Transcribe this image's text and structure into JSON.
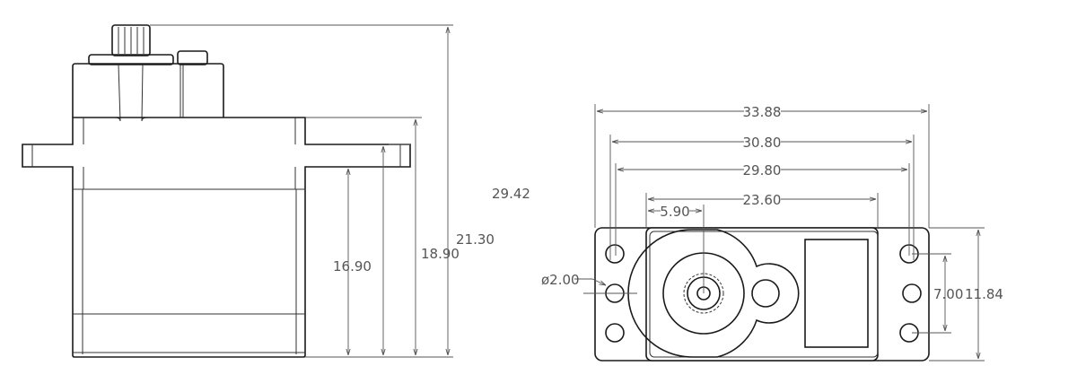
{
  "title": "Servo dimension drawing",
  "side_view": {
    "dimensions": {
      "total_height": "29.42",
      "body_height": "21.30",
      "ear_top_height": "18.90",
      "ear_bottom_height": "16.90"
    }
  },
  "top_view": {
    "dimensions": {
      "overall_length": "33.88",
      "outer_hole_span": "30.80",
      "hole_span": "29.80",
      "body_length": "23.60",
      "shaft_offset": "5.90",
      "hole_diameter": "ø2.00",
      "hole_vertical_span": "7.00",
      "overall_width": "11.84"
    }
  },
  "colors": {
    "line": "#1a1a1a",
    "dimension": "#555555"
  }
}
